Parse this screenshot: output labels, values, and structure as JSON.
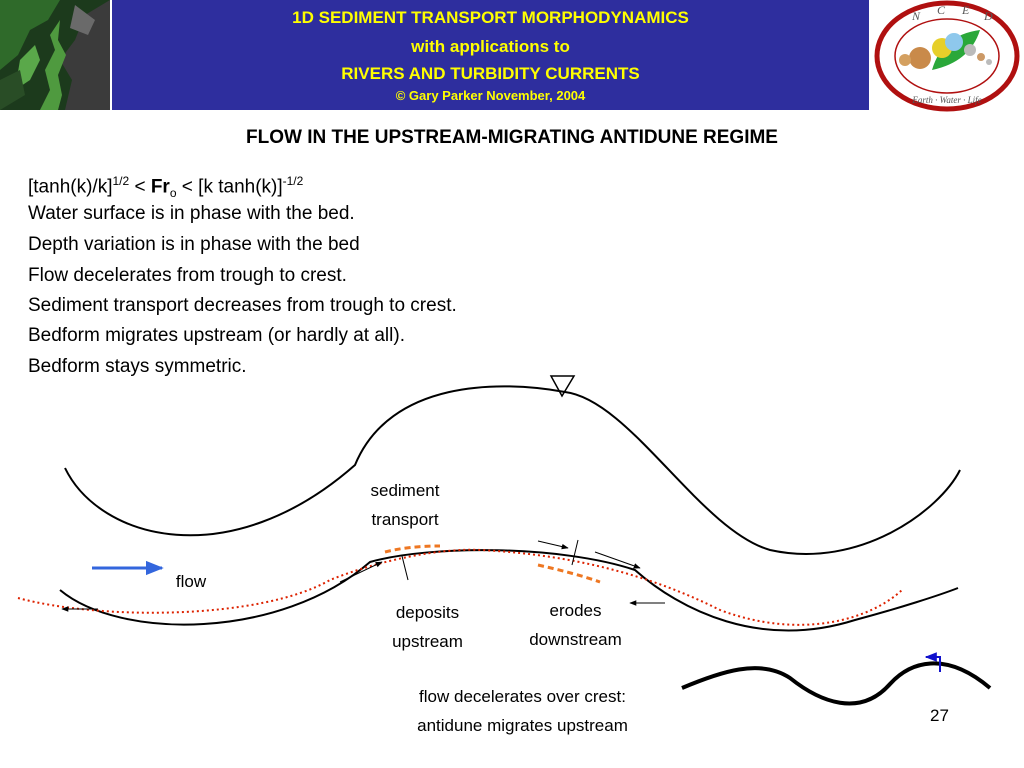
{
  "header": {
    "line1": "1D SEDIMENT TRANSPORT MORPHODYNAMICS",
    "line2": "with applications to",
    "line3": "RIVERS AND TURBIDITY CURRENTS",
    "line4": "© Gary Parker November, 2004",
    "banner_color": "#2e2e9e",
    "text_color": "#ffff00",
    "logo": {
      "letters": [
        "N",
        "C",
        "E",
        "D"
      ],
      "motto": "Earth · Water · Life"
    }
  },
  "slide": {
    "title": "FLOW IN THE UPSTREAM-MIGRATING ANTIDUNE REGIME",
    "formula": {
      "p1": "[tanh(k)/k]",
      "sup1": "1/2",
      "p2": " < ",
      "fr": "Fr",
      "sub": "o",
      "p3": " < [k tanh(k)]",
      "sup2": "-1/2"
    },
    "lines": [
      "Water surface is in phase with the bed.",
      "Depth variation is in phase with the bed",
      "Flow decelerates from trough to crest.",
      "Sediment transport decreases from trough to crest.",
      "Bedform migrates upstream (or hardly at all).",
      "Bedform stays symmetric."
    ]
  },
  "diagram": {
    "labels": {
      "sediment_line1": "sediment",
      "sediment_line2": "transport",
      "flow": "flow",
      "deposits_line1": "deposits",
      "deposits_line2": "upstream",
      "erodes_line1": "erodes",
      "erodes_line2": "downstream",
      "caption_line1": "flow decelerates over crest:",
      "caption_line2": "antidune migrates upstream"
    },
    "colors": {
      "flow_arrow": "#3366dd",
      "transport_curve": "#dd2200",
      "deposit_dash": "#ee7722",
      "migration_arrow": "#1111cc"
    }
  },
  "page_number": "27"
}
